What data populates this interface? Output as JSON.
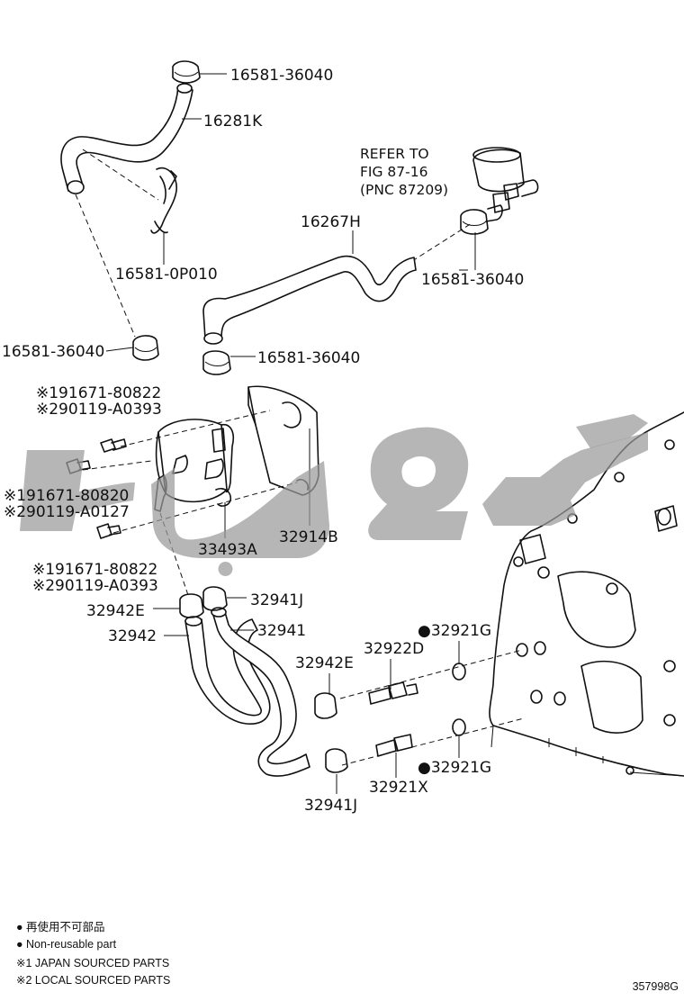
{
  "labels": {
    "p_16581_36040_top": "16581-36040",
    "p_16281K": "16281K",
    "refer_line1": "REFER TO",
    "refer_line2": "FIG 87-16",
    "refer_line3": "(PNC 87209)",
    "p_16267H": "16267H",
    "p_16581_0P010": "16581-0P010",
    "p_16581_36040_right": "16581-36040",
    "p_16581_36040_left": "16581-36040",
    "p_16581_36040_mid": "16581-36040",
    "bolt1_line1": "※191671-80822",
    "bolt1_line2": "※290119-A0393",
    "bolt2_line1": "※191671-80820",
    "bolt2_line2": "※290119-A0127",
    "p_33493A": "33493A",
    "p_32914B": "32914B",
    "bolt3_line1": "※191671-80822",
    "bolt3_line2": "※290119-A0393",
    "p_32942E_left": "32942E",
    "p_32941J_top": "32941J",
    "p_32942": "32942",
    "p_32941": "32941",
    "p_32921G_top": "●32921G",
    "p_32922D": "32922D",
    "p_32942E_mid": "32942E",
    "p_32921G_bottom": "●32921G",
    "p_32921X": "32921X",
    "p_32941J_bottom": "32941J"
  },
  "legend": {
    "line1": "● 再使用不可部品",
    "line2": "● Non-reusable part",
    "line3": "※1 JAPAN SOURCED PARTS",
    "line4": "※2 LOCAL SOURCED PARTS"
  },
  "figure_id": "357998G",
  "watermark": {
    "color": "#9a9a9a"
  }
}
